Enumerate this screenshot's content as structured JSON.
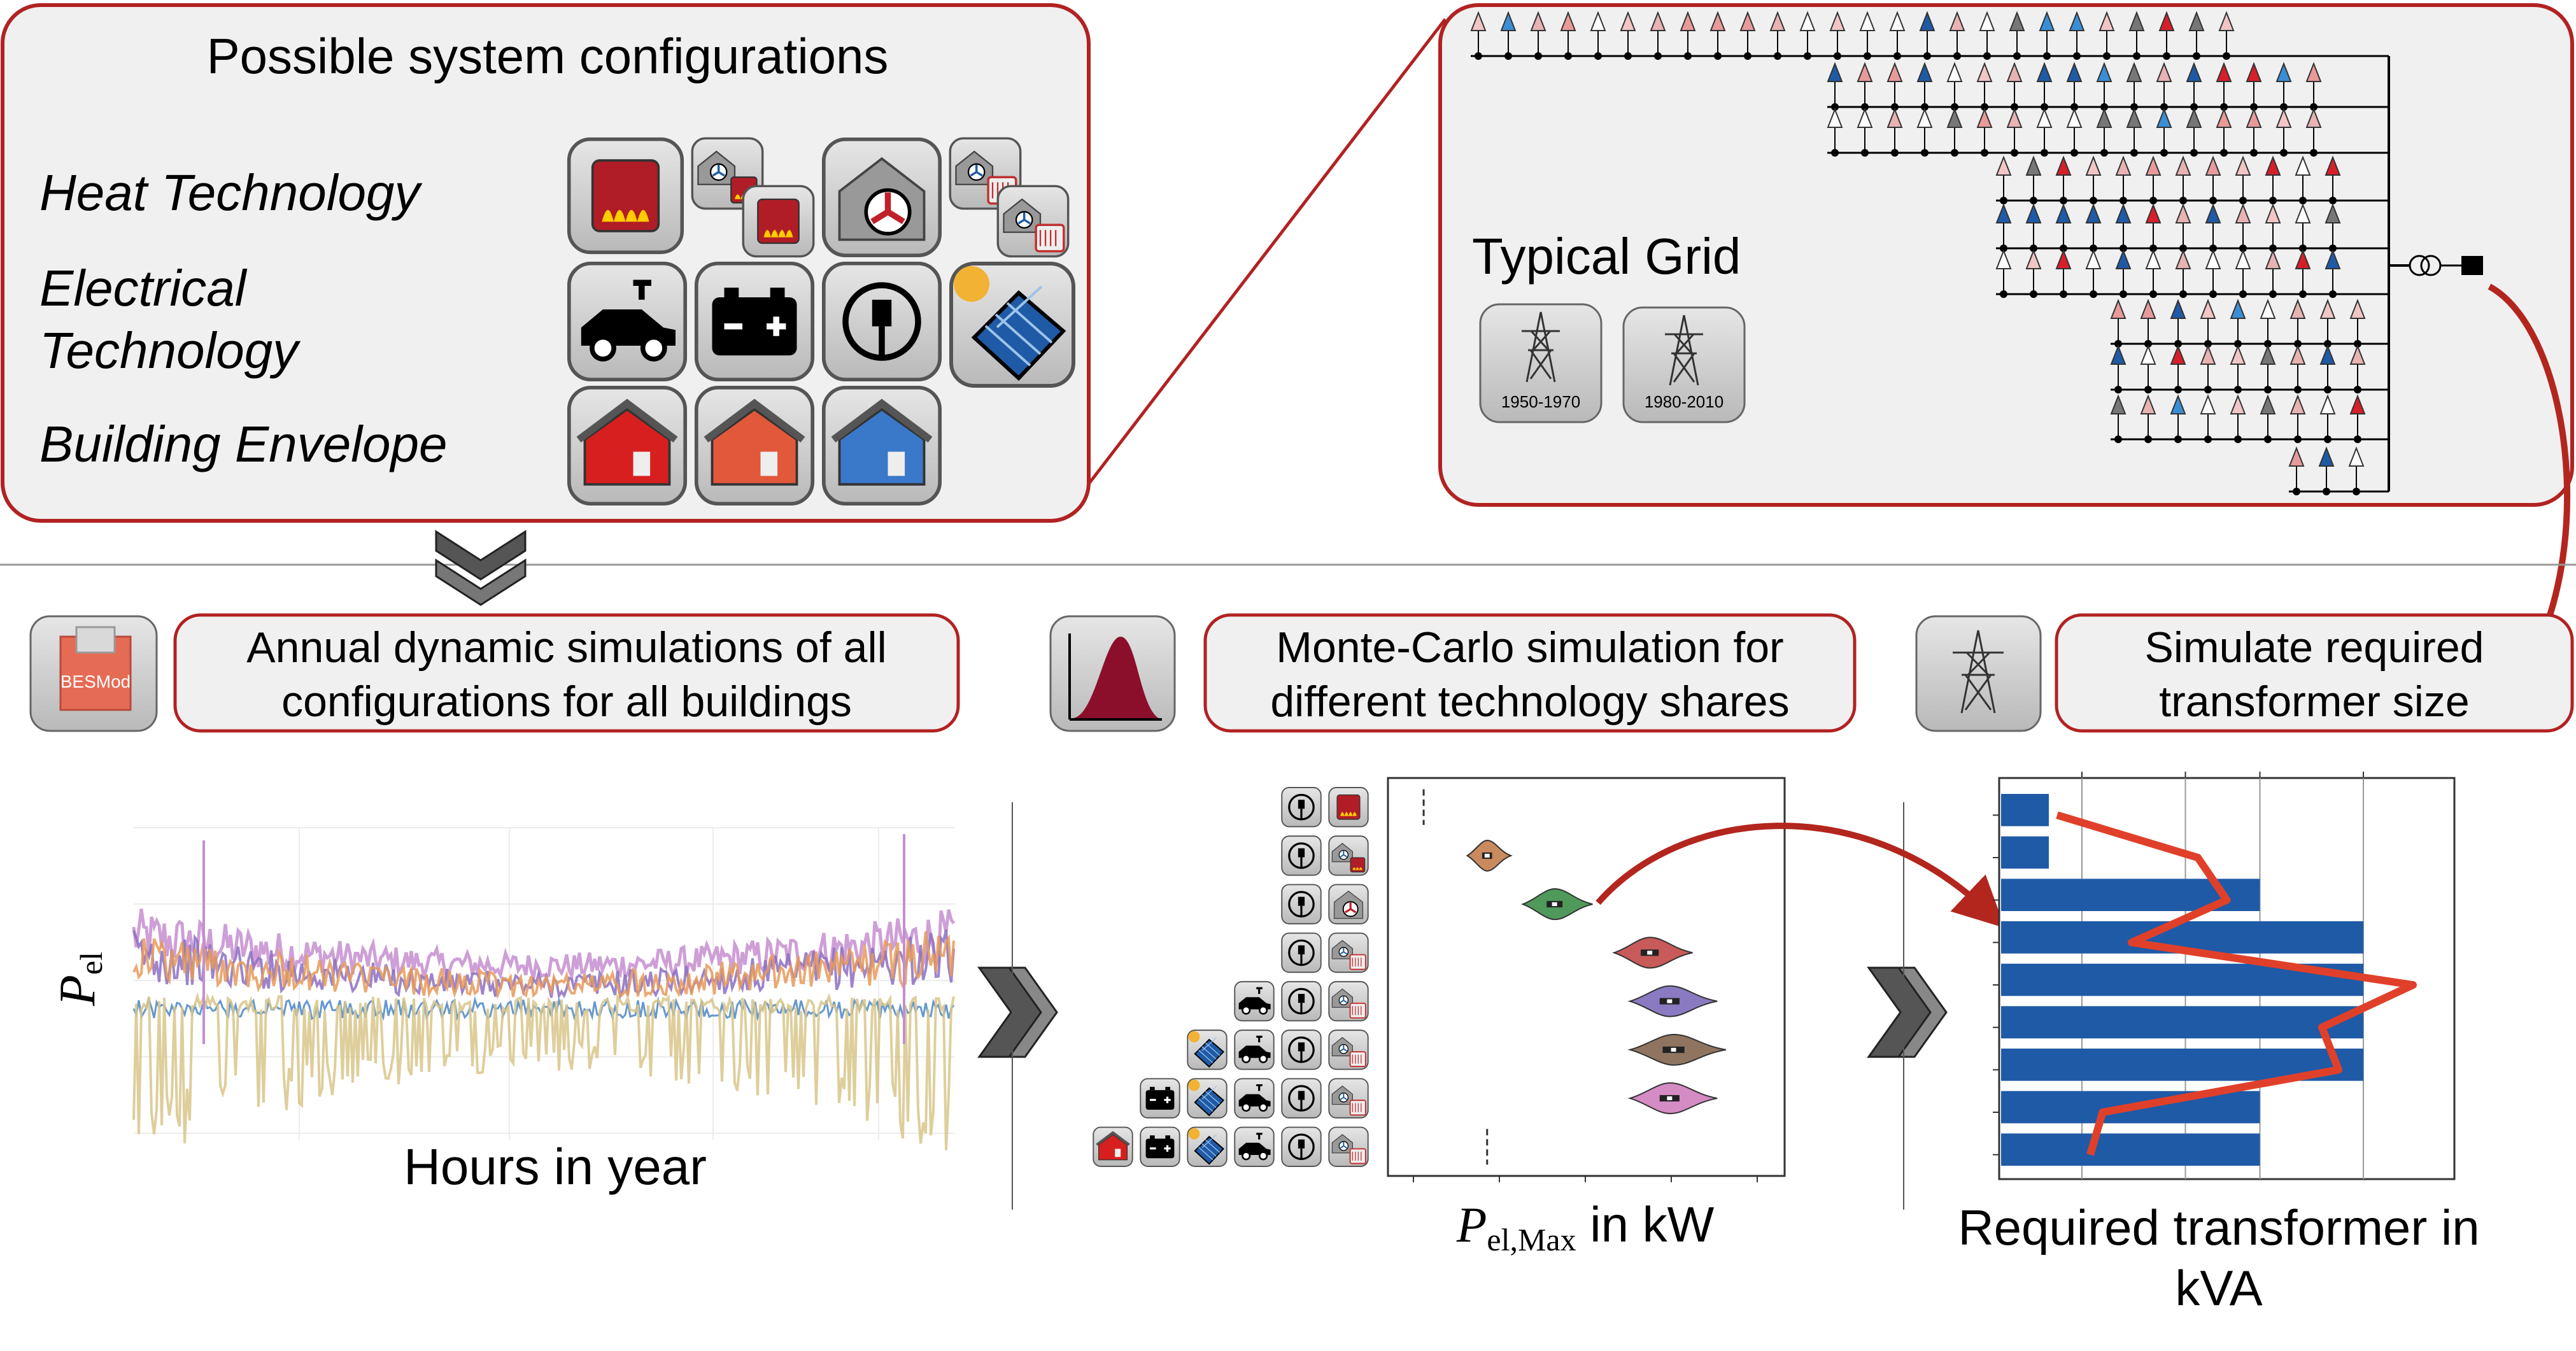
{
  "colors": {
    "frame_red": "#b22222",
    "panel_fill": "#f0f0f0",
    "tile_fill": "#c9c9c9",
    "bar_blue": "#1f5aa6",
    "line_red": "#e0402a",
    "arrow_red": "#b3261e"
  },
  "config_panel": {
    "title": "Possible system configurations",
    "rows": [
      {
        "label_lines": [
          "Heat Technology"
        ],
        "icons": [
          "gas-boiler-icon",
          "heat-pump-with-boiler-icon",
          "house-heat-pump-icon",
          "heat-pump-with-electric-heater-icon"
        ]
      },
      {
        "label_lines": [
          "Electrical",
          "Technology"
        ],
        "icons": [
          "electric-vehicle-icon",
          "battery-icon",
          "plug-icon",
          "solar-panel-icon"
        ]
      },
      {
        "label_lines": [
          "Building Envelope"
        ],
        "icons": [
          "red-house-icon",
          "orange-house-icon",
          "blue-house-icon"
        ]
      }
    ]
  },
  "grid_panel": {
    "title": "Typical Grid",
    "options": [
      "1950-1970",
      "1980-2010"
    ]
  },
  "steps": [
    {
      "icon": "besmod-logo-icon",
      "lines": [
        "Annual dynamic simulations of all",
        "configurations for all buildings"
      ]
    },
    {
      "icon": "distribution-curve-icon",
      "lines": [
        "Monte-Carlo simulation for",
        "different technology shares"
      ]
    },
    {
      "icon": "transmission-tower-icon",
      "lines": [
        "Simulate required",
        "transformer size"
      ]
    }
  ],
  "timeseries": {
    "ylabel_main": "P",
    "ylabel_sub": "el",
    "xlabel": "Hours in year"
  },
  "chart_data": [
    {
      "type": "violin",
      "xlabel_main": "P",
      "xlabel_sub": "el,Max",
      "xlabel_unit": " in kW",
      "rows": [
        {
          "config_icons": [
            "plug-icon",
            "gas-boiler-icon"
          ],
          "color": "#999999",
          "center": 0.09,
          "width": 0.0
        },
        {
          "config_icons": [
            "plug-icon",
            "heat-pump-with-boiler-icon"
          ],
          "color": "#c98a5e",
          "center": 0.25,
          "width": 0.05
        },
        {
          "config_icons": [
            "plug-icon",
            "house-heat-pump-icon"
          ],
          "color": "#4f9a5a",
          "center": 0.42,
          "width": 0.08
        },
        {
          "config_icons": [
            "plug-icon",
            "heat-pump-with-electric-heater-icon"
          ],
          "color": "#c85a5a",
          "center": 0.66,
          "width": 0.09
        },
        {
          "config_icons": [
            "electric-vehicle-icon",
            "plug-icon",
            "heat-pump-with-electric-heater-icon"
          ],
          "color": "#8a7ac2",
          "center": 0.71,
          "width": 0.1
        },
        {
          "config_icons": [
            "solar-panel-icon",
            "electric-vehicle-icon",
            "plug-icon",
            "heat-pump-with-electric-heater-icon"
          ],
          "color": "#8f7560",
          "center": 0.72,
          "width": 0.11
        },
        {
          "config_icons": [
            "battery-icon",
            "solar-panel-icon",
            "electric-vehicle-icon",
            "plug-icon",
            "heat-pump-with-electric-heater-icon"
          ],
          "color": "#d58bc4",
          "center": 0.71,
          "width": 0.1
        },
        {
          "config_icons": [
            "red-house-icon",
            "battery-icon",
            "solar-panel-icon",
            "electric-vehicle-icon",
            "plug-icon",
            "heat-pump-with-electric-heater-icon"
          ],
          "color": "#999999",
          "center": 0.25,
          "width": 0.0
        }
      ]
    },
    {
      "type": "bar",
      "orientation": "horizontal",
      "xlabel_lines": [
        "Required transformer in",
        "kVA"
      ],
      "values": [
        0.12,
        0.12,
        0.63,
        0.88,
        0.88,
        0.88,
        0.88,
        0.63,
        0.63
      ],
      "line": [
        0.14,
        0.48,
        0.55,
        0.32,
        1.0,
        0.78,
        0.82,
        0.25,
        0.22
      ],
      "xlim": [
        0,
        1.1
      ]
    }
  ]
}
